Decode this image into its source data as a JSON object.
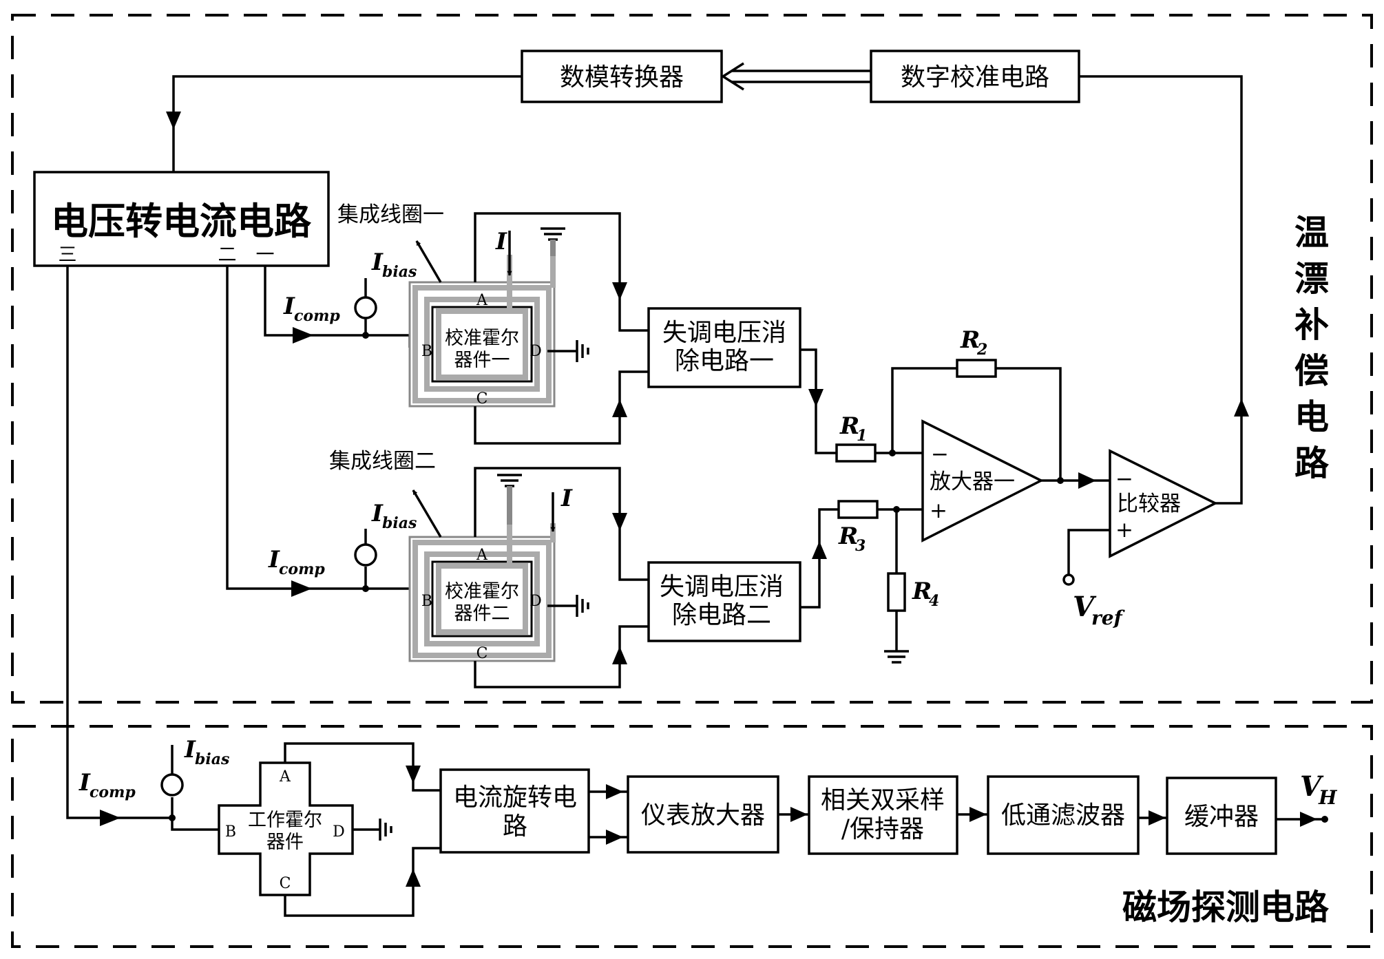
{
  "sections": {
    "temp_drift": "温漂补偿电路",
    "temp_drift_chars": [
      "温",
      "漂",
      "补",
      "偿",
      "电",
      "路"
    ],
    "magnetic_detect": "磁场探测电路"
  },
  "blocks": {
    "dac": "数模转换器",
    "digital_cal": "数字校准电路",
    "v2i": "电压转电流电路",
    "offset1": [
      "失调电压消",
      "除电路一"
    ],
    "offset2": [
      "失调电压消",
      "除电路二"
    ],
    "amp1": "放大器一",
    "comparator": "比较器",
    "current_spin": [
      "电流旋转电",
      "路"
    ],
    "inst_amp": "仪表放大器",
    "cds": [
      "相关双采样",
      "/保持器"
    ],
    "lpf": "低通滤波器",
    "buffer": "缓冲器"
  },
  "hall": {
    "cal1": [
      "校准霍尔",
      "器件一"
    ],
    "cal2": [
      "校准霍尔",
      "器件二"
    ],
    "work": [
      "工作霍尔",
      "器件"
    ],
    "pins": {
      "a": "A",
      "b": "B",
      "c": "C",
      "d": "D"
    }
  },
  "coils": {
    "coil1": "集成线圈一",
    "coil2": "集成线圈二"
  },
  "v2i_outputs": [
    "三",
    "二",
    "一"
  ],
  "symbols": {
    "I": "I",
    "bias_sub": "bias",
    "comp_sub": "comp",
    "R": "R",
    "r1_sub": "1",
    "r2_sub": "2",
    "r3_sub": "3",
    "r4_sub": "4",
    "V": "V",
    "vref_sub": "ref",
    "vh_sub": "H",
    "minus": "−",
    "plus": "+"
  }
}
